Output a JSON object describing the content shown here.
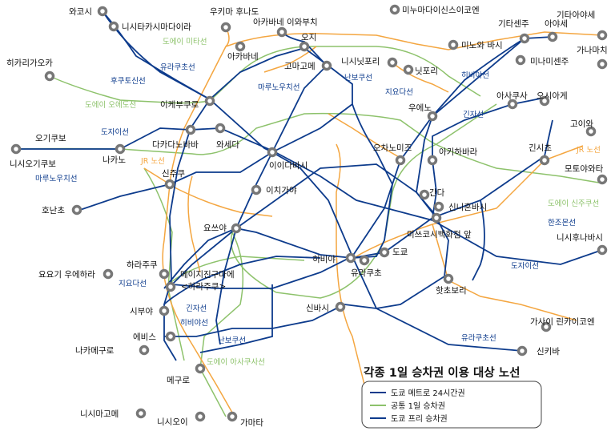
{
  "colors": {
    "metro": "#0d3b8c",
    "common": "#8dc26b",
    "toei": "#f4a640",
    "station_ring": "#777777"
  },
  "stations": [
    {
      "id": "wakoshi",
      "label": "와코시"
    },
    {
      "id": "nishitakashimadaira",
      "label": "니시타카시마다이라"
    },
    {
      "id": "ukima",
      "label": "우키마 후나도"
    },
    {
      "id": "akabane_iwabuchi",
      "label": "아카바네 이와부치"
    },
    {
      "id": "minowadai",
      "label": "미누마다이신스이코엔"
    },
    {
      "id": "kitasenju",
      "label": "기타센주"
    },
    {
      "id": "ayase",
      "label": "아야세"
    },
    {
      "id": "kita_ayase",
      "label": "기타아야세"
    },
    {
      "id": "kanamachi",
      "label": "가나마치"
    },
    {
      "id": "hikarigaoka",
      "label": "히카리가오카"
    },
    {
      "id": "oji",
      "label": "오지"
    },
    {
      "id": "akabane",
      "label": "아카바네"
    },
    {
      "id": "komagome",
      "label": "고마고메"
    },
    {
      "id": "nishinippori",
      "label": "니시닛포리"
    },
    {
      "id": "nippori",
      "label": "닛포리"
    },
    {
      "id": "minowa",
      "label": "미노와 바시"
    },
    {
      "id": "minamisenju",
      "label": "미나미센주"
    },
    {
      "id": "ikebukuro",
      "label": "이케부쿠로"
    },
    {
      "id": "ueno",
      "label": "우에노"
    },
    {
      "id": "asakusa",
      "label": "아사쿠사"
    },
    {
      "id": "oshiage",
      "label": "오시아게"
    },
    {
      "id": "ogikubo",
      "label": "오기쿠보"
    },
    {
      "id": "nishiogikubo",
      "label": "니시오기쿠보"
    },
    {
      "id": "nakano",
      "label": "나카노"
    },
    {
      "id": "takadanobaba",
      "label": "다카다노바바"
    },
    {
      "id": "waseda",
      "label": "와세다"
    },
    {
      "id": "ochanomizu",
      "label": "오차노미즈"
    },
    {
      "id": "akihabara",
      "label": "아키하바라"
    },
    {
      "id": "ryogoku",
      "label": "고이와"
    },
    {
      "id": "kinshicho",
      "label": "긴시초"
    },
    {
      "id": "motoyawata",
      "label": "모토야와타"
    },
    {
      "id": "shinjuku",
      "label": "신주쿠"
    },
    {
      "id": "iidabashi",
      "label": "이이다바시"
    },
    {
      "id": "ichigaya",
      "label": "이치가야"
    },
    {
      "id": "kanda",
      "label": "간다"
    },
    {
      "id": "shinnihombashi",
      "label": "신니혼바시"
    },
    {
      "id": "mitsukoshimae",
      "label": "미쓰코시백화점 앞"
    },
    {
      "id": "honancho",
      "label": "호난초"
    },
    {
      "id": "yotsuya",
      "label": "요쓰야"
    },
    {
      "id": "nishifunabashi",
      "label": "니시후나바시"
    },
    {
      "id": "yoyogi",
      "label": "요요기 우에하라"
    },
    {
      "id": "harajuku",
      "label": "하라주쿠"
    },
    {
      "id": "meiji_a",
      "label": "메이지진구마에"
    },
    {
      "id": "meiji_b",
      "label": "<하라주쿠>"
    },
    {
      "id": "hibiya",
      "label": "히비야"
    },
    {
      "id": "tokyo",
      "label": "도쿄"
    },
    {
      "id": "yurakucho",
      "label": "유라쿠초"
    },
    {
      "id": "shibuya",
      "label": "시부야"
    },
    {
      "id": "hatchobori",
      "label": "핫초보리"
    },
    {
      "id": "shimbashi",
      "label": "신바시"
    },
    {
      "id": "ebisu",
      "label": "에비스"
    },
    {
      "id": "nakameguro",
      "label": "나카메구로"
    },
    {
      "id": "kasai",
      "label": "가사이 린카이코엔"
    },
    {
      "id": "shinkiba",
      "label": "신키바"
    },
    {
      "id": "meguro",
      "label": "메구로"
    },
    {
      "id": "nishimagome",
      "label": "니시마고메"
    },
    {
      "id": "nishioi",
      "label": "니시오이"
    },
    {
      "id": "kamata",
      "label": "가마타"
    }
  ],
  "line_labels": {
    "toei_mita": "도에이 미타선",
    "yurakucho_1": "유라쿠초선",
    "fukutoshin": "후쿠토신선",
    "marunouchi_1": "마루노우치선",
    "namboku_1": "난보쿠선",
    "chiyoda": "지요다선",
    "hibiya_1": "히비야선",
    "toei_oedo": "도에이 오에도선",
    "tozai_1": "도자이선",
    "ginza_1": "긴자선",
    "jr_1": "JR 노선",
    "jr_2": "JR 노선",
    "marunouchi_2": "마루노우치선",
    "toei_shinjuku": "도에이 신주쿠선",
    "hanzomon": "한조몬선",
    "tozai_2": "도자이선",
    "chiyoda_2": "지요다선",
    "ginza_2": "긴자선",
    "hibiya_2": "히비야선",
    "namboku_2": "난보쿠선",
    "yurakucho_2": "유라쿠초선",
    "toei_asakusa": "도에이 아사쿠사선"
  },
  "legend": {
    "title": "각종 1일 승차권 이용 대상 노선",
    "items": [
      {
        "label": "도쿄 메트로 24시간권",
        "color": "#0d3b8c"
      },
      {
        "label": "공통 1일 승차권",
        "color": "#8dc26b"
      },
      {
        "label": "도쿄 프리 승차권",
        "color": "#0d3b8c"
      }
    ]
  }
}
